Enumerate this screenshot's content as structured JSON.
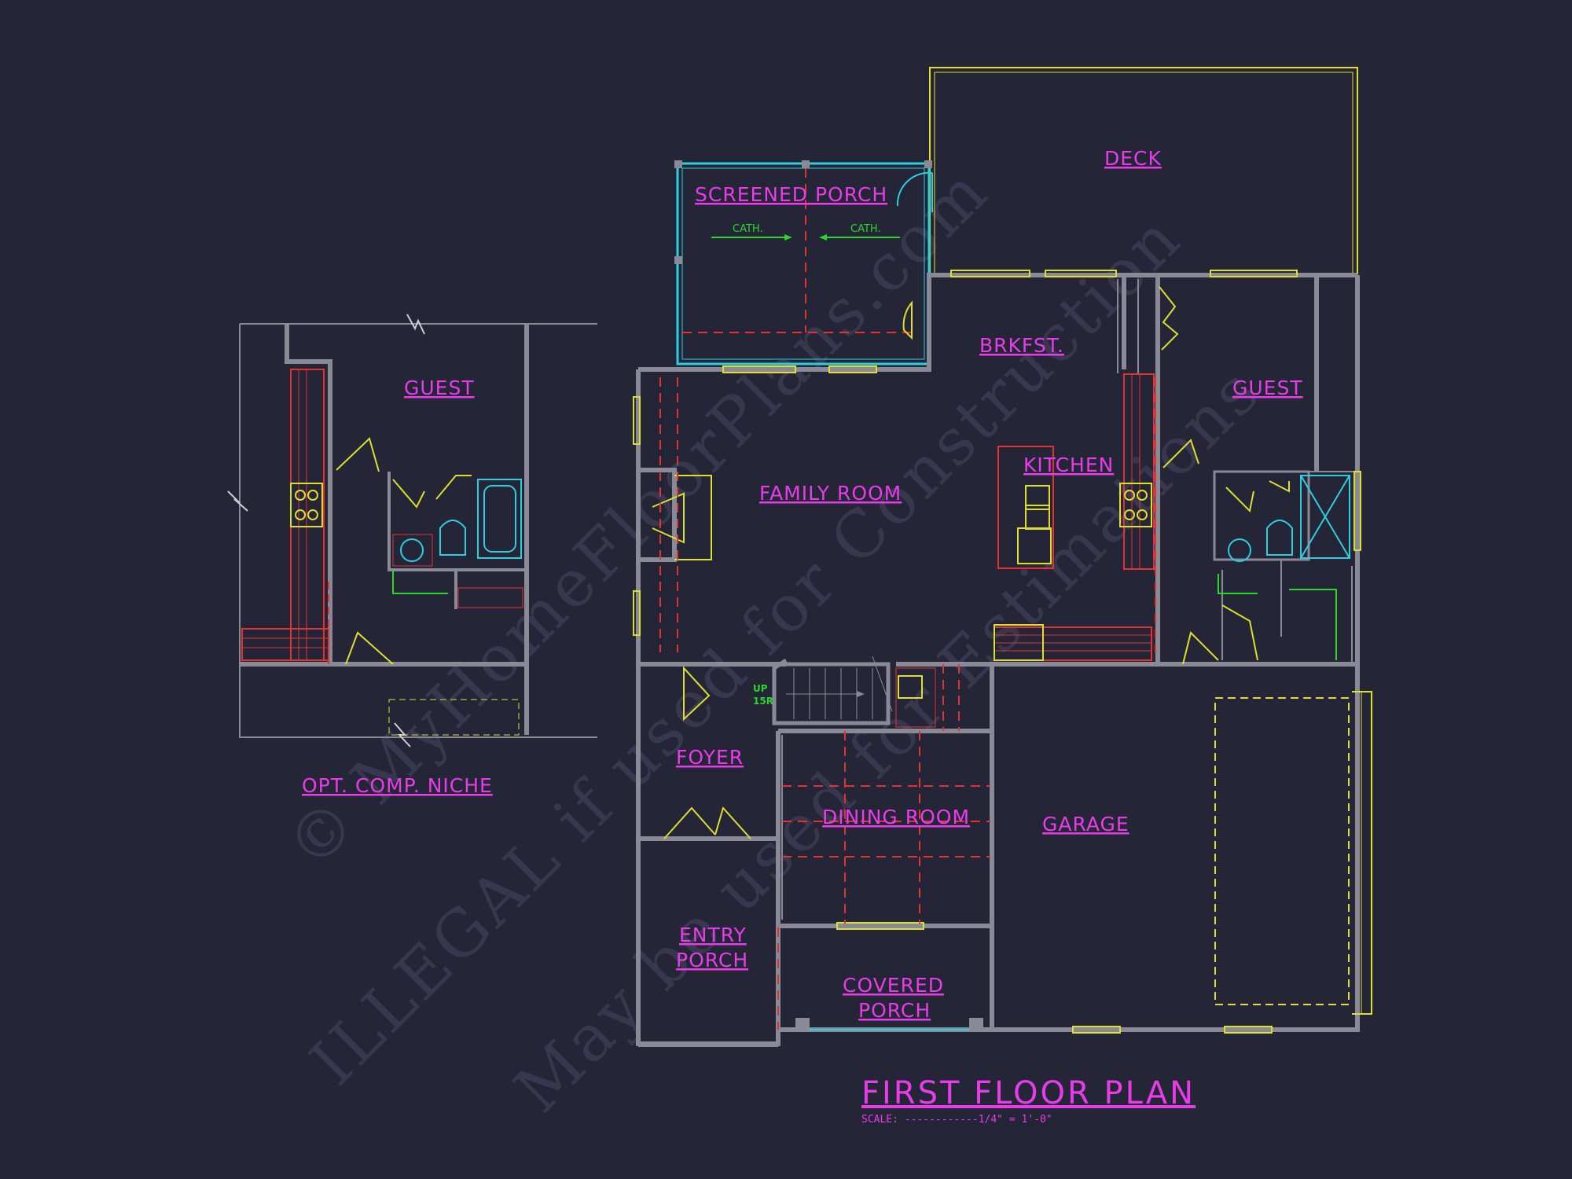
{
  "plan": {
    "title": "FIRST FLOOR PLAN",
    "scale": "SCALE: ------------1/4\" = 1'-0\""
  },
  "rooms": {
    "deck": "DECK",
    "screened_porch": "SCREENED PORCH",
    "brkfst": "BRKFST.",
    "guest_main": "GUEST",
    "kitchen": "KITCHEN",
    "family_room": "FAMILY ROOM",
    "foyer": "FOYER",
    "dining_room": "DINING ROOM",
    "garage": "GARAGE",
    "entry_porch_1": "ENTRY",
    "entry_porch_2": "PORCH",
    "covered_porch_1": "COVERED",
    "covered_porch_2": "PORCH",
    "guest_niche": "GUEST"
  },
  "notes": {
    "cath_left": "CATH.",
    "cath_right": "CATH.",
    "stair_up": "UP",
    "stair_count": "15R"
  },
  "detail": {
    "caption": "OPT. COMP. NICHE"
  },
  "watermark": {
    "line1": "© MyHomeFloorPlans.com",
    "line2": "ILLEGAL if used for Construction",
    "line3": "May be used for Estimations"
  },
  "colors": {
    "background": "#252538",
    "wall": "#8a8a96",
    "label": "#e83ce8",
    "door": "#dede2c",
    "fixture": "#2ccfe0",
    "dashed": "#e23232",
    "note": "#29d629"
  }
}
